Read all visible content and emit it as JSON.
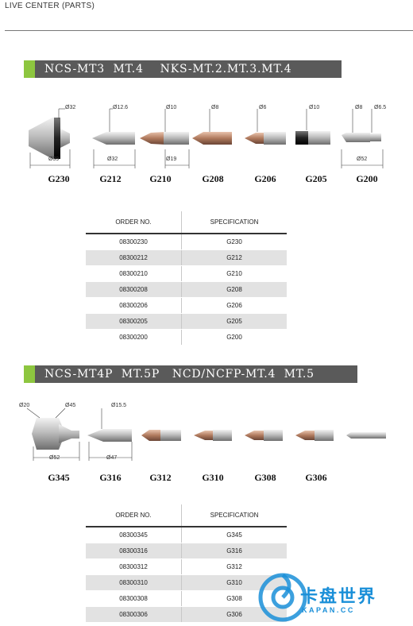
{
  "page_title": "LIVE CENTER (PARTS)",
  "section1": {
    "title": "NCS-MT3  MT.4    NKS-MT.2.MT.3.MT.4",
    "parts": [
      {
        "label": "G230",
        "dims_top": [
          "Ø32"
        ],
        "dims_bottom": [
          "Ø39"
        ]
      },
      {
        "label": "G212",
        "dims_top": [
          "Ø12.6"
        ],
        "dims_bottom": [
          "Ø32"
        ]
      },
      {
        "label": "G210",
        "dims_top": [
          "Ø10"
        ],
        "dims_bottom": [
          "Ø19"
        ]
      },
      {
        "label": "G208",
        "dims_top": [
          "Ø8"
        ],
        "dims_bottom": []
      },
      {
        "label": "G206",
        "dims_top": [
          "Ø6"
        ],
        "dims_bottom": []
      },
      {
        "label": "G205",
        "dims_top": [
          "Ø10"
        ],
        "dims_bottom": []
      },
      {
        "label": "G200",
        "dims_top": [
          "Ø8",
          "Ø6.5"
        ],
        "dims_bottom": [
          "Ø52"
        ]
      }
    ],
    "table": {
      "headers": [
        "ORDER NO.",
        "SPECIFICATION"
      ],
      "rows": [
        [
          "08300230",
          "G230"
        ],
        [
          "08300212",
          "G212"
        ],
        [
          "08300210",
          "G210"
        ],
        [
          "08300208",
          "G208"
        ],
        [
          "08300206",
          "G206"
        ],
        [
          "08300205",
          "G205"
        ],
        [
          "08300200",
          "G200"
        ]
      ]
    }
  },
  "section2": {
    "title": "NCS-MT4P  MT.5P   NCD/NCFP-MT.4  MT.5",
    "parts": [
      {
        "label": "G345",
        "dims_top": [
          "Ø20",
          "Ø45"
        ],
        "dims_bottom": [
          "Ø52"
        ]
      },
      {
        "label": "G316",
        "dims_top": [
          "Ø15.5"
        ],
        "dims_bottom": [
          "Ø47"
        ]
      },
      {
        "label": "G312",
        "dims_top": [],
        "dims_bottom": []
      },
      {
        "label": "G310",
        "dims_top": [],
        "dims_bottom": []
      },
      {
        "label": "G308",
        "dims_top": [],
        "dims_bottom": []
      },
      {
        "label": "G306",
        "dims_top": [],
        "dims_bottom": []
      }
    ],
    "table": {
      "headers": [
        "ORDER NO.",
        "SPECIFICATION"
      ],
      "rows": [
        [
          "08300345",
          "G345"
        ],
        [
          "08300316",
          "G316"
        ],
        [
          "08300312",
          "G312"
        ],
        [
          "08300310",
          "G310"
        ],
        [
          "08300308",
          "G308"
        ],
        [
          "08300306",
          "G306"
        ]
      ]
    }
  },
  "watermark": {
    "text": "卡盘世界",
    "sub": "KAPAN.CC"
  },
  "colors": {
    "accent": "#8dc63f",
    "bar": "#5a5a5a",
    "row_shade": "#e2e2e2",
    "watermark": "#1a8fd8"
  }
}
